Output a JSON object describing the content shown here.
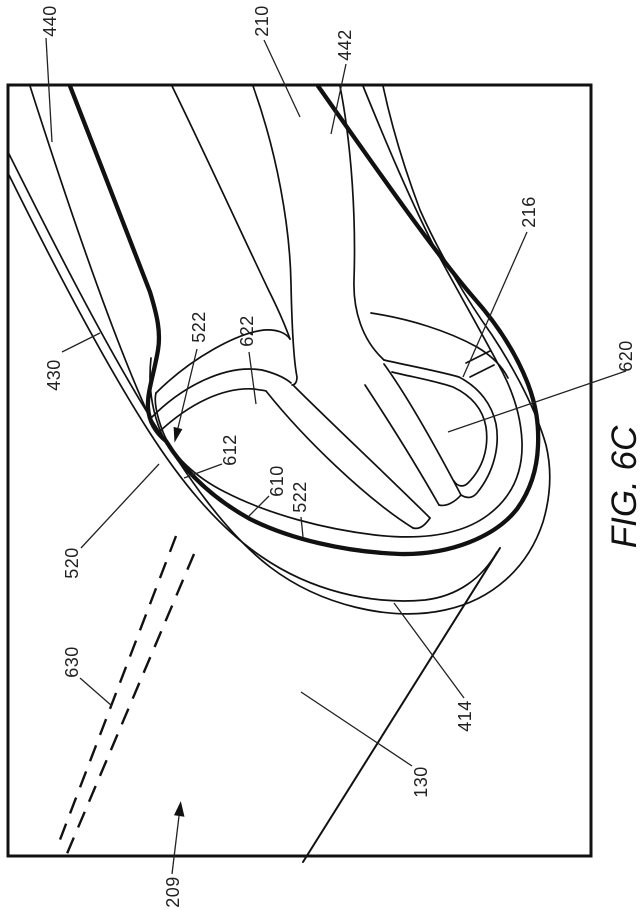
{
  "figure": {
    "caption": "FIG. 6C",
    "ink_color": "#111111",
    "background_color": "#ffffff"
  },
  "refs": {
    "r440": "440",
    "r210": "210",
    "r442": "442",
    "r216": "216",
    "r620": "620",
    "r430": "430",
    "r522a": "522",
    "r622": "622",
    "r612": "612",
    "r610": "610",
    "r522b": "522",
    "r520": "520",
    "r630": "630",
    "r414": "414",
    "r130": "130",
    "r209": "209"
  }
}
